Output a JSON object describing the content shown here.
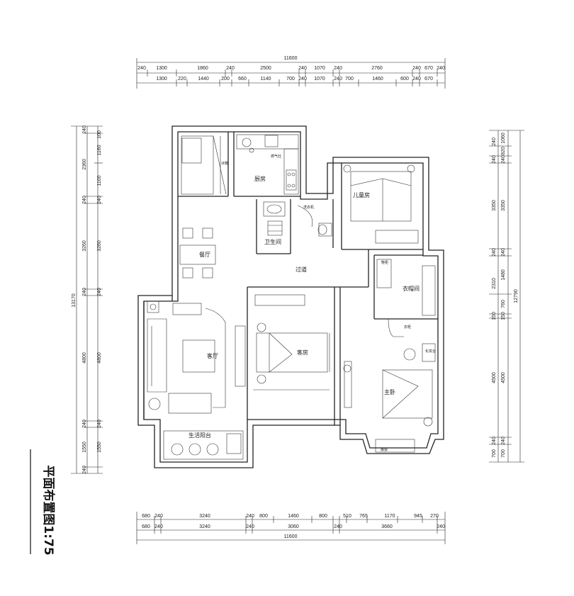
{
  "title": "平面布置图1:75",
  "dimensions": {
    "top_total": "11600",
    "top_row1": [
      "240",
      "1300",
      "1860",
      "240",
      "2500",
      "240",
      "1070",
      "240",
      "2760",
      "240",
      "670",
      "240"
    ],
    "top_row2": [
      "1300",
      "220",
      "1440",
      "200",
      "660",
      "1140",
      "700",
      "240",
      "1070",
      "240",
      "700",
      "1460",
      "600",
      "240",
      "670"
    ],
    "bottom_row1": [
      "680",
      "240",
      "3240",
      "240",
      "800",
      "1460",
      "800",
      "510",
      "765",
      "1170",
      "945",
      "270"
    ],
    "bottom_row2": [
      "680",
      "240",
      "3240",
      "240",
      "3060",
      "240",
      "3660",
      "240"
    ],
    "bottom_total": "11600",
    "left_total": "13170",
    "left_col1": [
      "240",
      "2360",
      "240",
      "3260",
      "240",
      "4800",
      "240",
      "1550",
      "240"
    ],
    "left_col2": [
      "100",
      "1160",
      "1100",
      "240",
      "3260",
      "240",
      "4800",
      "240",
      "1550"
    ],
    "right_total": "12790",
    "right_col1": [
      "1060",
      "820",
      "240",
      "3350",
      "240",
      "1480",
      "760",
      "150",
      "4500",
      "240",
      "700"
    ],
    "right_col2": [
      "240",
      "240",
      "3350",
      "240",
      "2310",
      "150",
      "4500",
      "240",
      "700"
    ]
  },
  "rooms": {
    "kitchen": "厨房",
    "dining": "餐厅",
    "bathroom": "卫生间",
    "corridor": "过道",
    "children_room": "儿童房",
    "cloakroom": "衣帽间",
    "living_room": "客厅",
    "guest_room": "客房",
    "master_bedroom": "主卧",
    "balcony": "生活阳台"
  },
  "labels": {
    "gas_stove": "燃气灶",
    "fridge": "冰箱",
    "washer": "洗衣机",
    "vanity": "化妆台",
    "shoe_cabinet": "鞋柜",
    "wardrobe": "衣柜",
    "bay_window": "飘窗"
  }
}
